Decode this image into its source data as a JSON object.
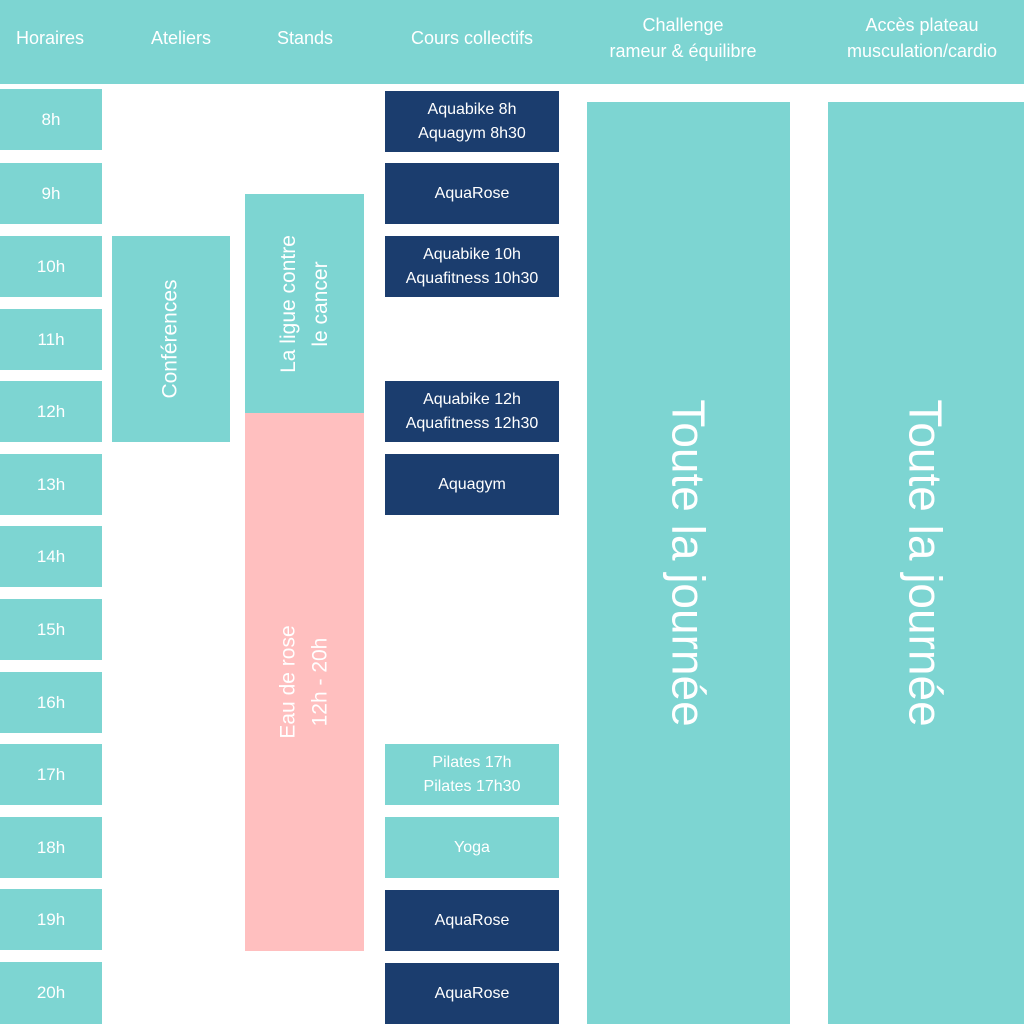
{
  "colors": {
    "teal": "#7dd5d2",
    "navy": "#1b3d6e",
    "pink": "#ffbfbf",
    "white": "#ffffff"
  },
  "headers": {
    "horaires": "Horaires",
    "ateliers": "Ateliers",
    "stands": "Stands",
    "cours": "Cours collectifs",
    "challenge_line1": "Challenge",
    "challenge_line2": "rameur & équilibre",
    "acces_line1": "Accès plateau",
    "acces_line2": "musculation/cardio"
  },
  "hours": [
    "8h",
    "9h",
    "10h",
    "11h",
    "12h",
    "13h",
    "14h",
    "15h",
    "16h",
    "17h",
    "18h",
    "19h",
    "20h"
  ],
  "ateliers": {
    "conferences": "Conférences"
  },
  "stands": {
    "ligue_line1": "La ligue contre",
    "ligue_line2": "le cancer",
    "eau_line1": "Eau de rose",
    "eau_line2": "12h - 20h"
  },
  "cours": [
    {
      "line1": "Aquabike 8h",
      "line2": "Aquagym 8h30",
      "style": "navy"
    },
    {
      "line1": "AquaRose",
      "line2": "",
      "style": "navy"
    },
    {
      "line1": "Aquabike 10h",
      "line2": "Aquafitness 10h30",
      "style": "navy"
    },
    {
      "line1": "Aquabike 12h",
      "line2": "Aquafitness 12h30",
      "style": "navy"
    },
    {
      "line1": "Aquagym",
      "line2": "",
      "style": "navy"
    },
    {
      "line1": "Pilates 17h",
      "line2": "Pilates 17h30",
      "style": "teal"
    },
    {
      "line1": "Yoga",
      "line2": "",
      "style": "teal"
    },
    {
      "line1": "AquaRose",
      "line2": "",
      "style": "navy"
    },
    {
      "line1": "AquaRose",
      "line2": "",
      "style": "navy"
    }
  ],
  "challenge": {
    "label": "Toute la journée"
  },
  "acces": {
    "label": "Toute la journée"
  }
}
